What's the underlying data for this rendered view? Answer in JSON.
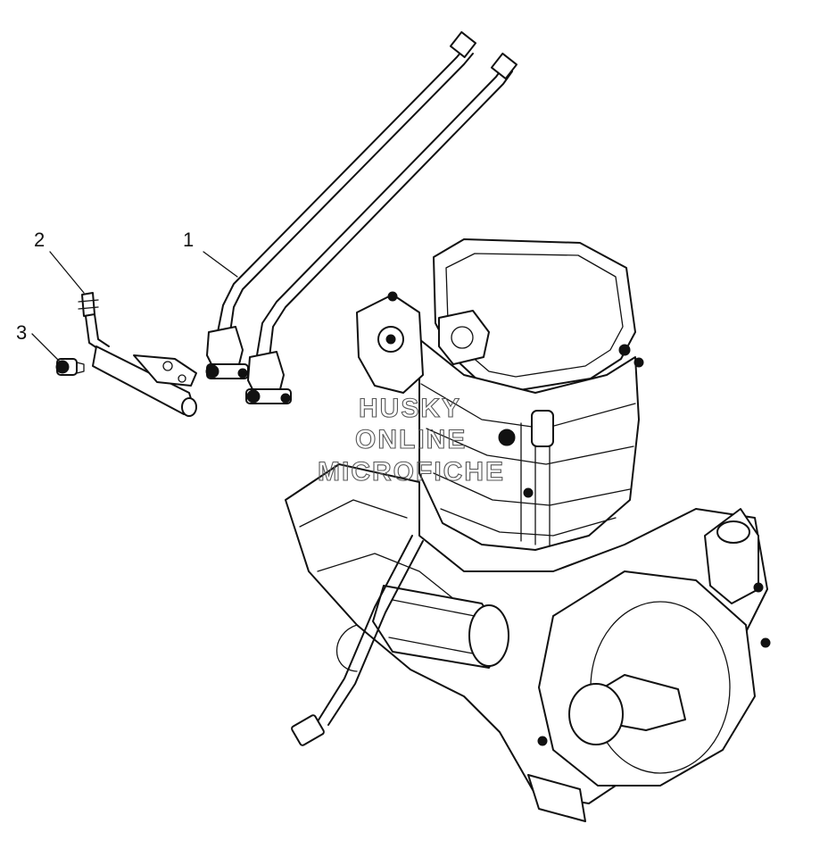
{
  "callouts": [
    {
      "id": "1",
      "label": "1"
    },
    {
      "id": "2",
      "label": "2"
    },
    {
      "id": "3",
      "label": "3"
    }
  ],
  "watermark": {
    "line1": "HUSKY",
    "line2": "ONLINE",
    "line3": "MICROFICHE"
  }
}
